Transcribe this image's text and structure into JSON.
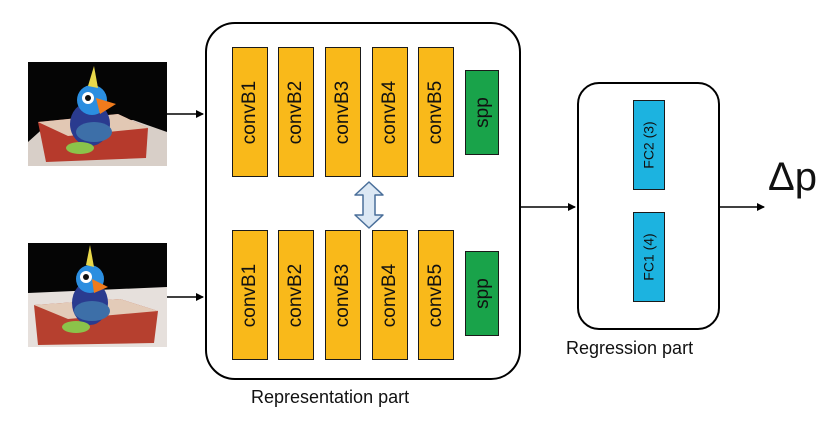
{
  "diagram": {
    "representation_part": {
      "caption": "Representation part",
      "top_branch": {
        "conv_blocks": [
          "convB1",
          "convB2",
          "convB3",
          "convB4",
          "convB5"
        ],
        "pool": "spp"
      },
      "bottom_branch": {
        "conv_blocks": [
          "convB1",
          "convB2",
          "convB3",
          "convB4",
          "convB5"
        ],
        "pool": "spp"
      }
    },
    "regression_part": {
      "caption": "Regression part",
      "layers": [
        "FC2 (3)",
        "FC1 (4)"
      ]
    },
    "output": "Δp"
  },
  "colors": {
    "conv": "#f9b91a",
    "spp": "#19a34a",
    "fc": "#1cb3e0",
    "double_arrow": "#dce8f4"
  },
  "icons": [
    "double-vertical-arrow-icon",
    "arrow-right-icon"
  ]
}
